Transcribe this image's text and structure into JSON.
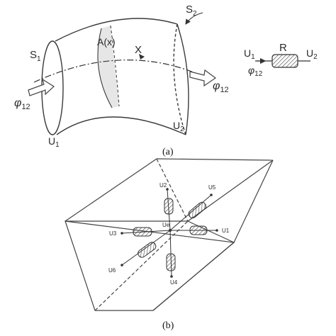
{
  "panel_a": {
    "caption": "(a)",
    "tube": {
      "surface_in": {
        "letter": "S",
        "sub": "1"
      },
      "surface_out": {
        "letter": "S",
        "sub": "2"
      },
      "cross_section": "A(x)",
      "axis": "X",
      "flux_in": {
        "letter": "φ",
        "sub": "12"
      },
      "flux_out": {
        "letter": "φ",
        "sub": "12"
      },
      "potential_in": {
        "letter": "U",
        "sub": "1"
      },
      "potential_out": {
        "letter": "U",
        "sub": "2"
      }
    },
    "resistor_symbol": {
      "label": "R",
      "left": {
        "letter": "U",
        "sub": "1"
      },
      "right": {
        "letter": "U",
        "sub": "2"
      },
      "flux": {
        "letter": "φ",
        "sub": "12"
      }
    }
  },
  "panel_b": {
    "caption": "(b)",
    "center_node": "Ue",
    "nodes": [
      "U1",
      "U2",
      "U3",
      "U4",
      "U5",
      "U6"
    ]
  },
  "colors": {
    "line": "#3a3a3a",
    "text": "#2a2a2a",
    "arrow_fill": "#ffffff"
  }
}
